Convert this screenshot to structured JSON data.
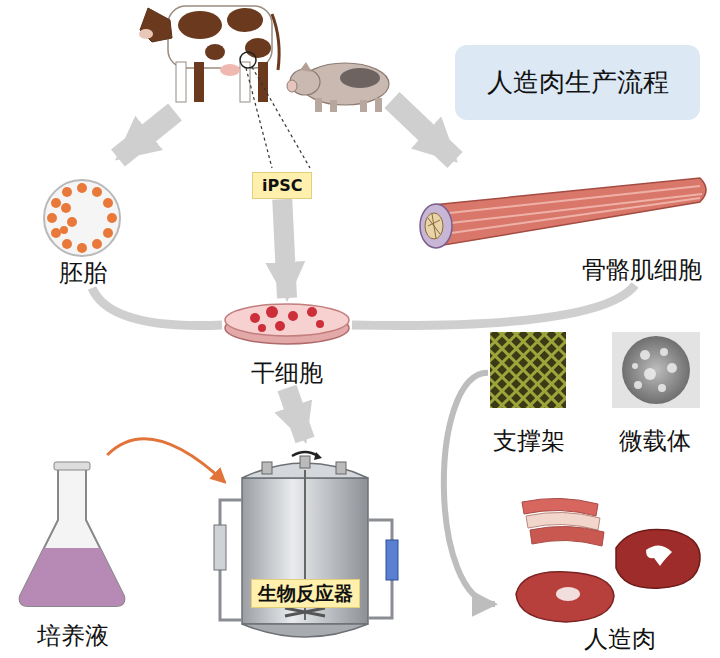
{
  "diagram": {
    "title": "人造肉生产流程",
    "nodes": [
      {
        "text": [
          "iPSC"
        ]
      },
      {
        "text": [
          "胚胎"
        ]
      },
      {
        "text": [
          "骨骼肌细胞"
        ]
      },
      {
        "text": [
          "干细胞"
        ]
      },
      {
        "text": [
          "支撑架"
        ]
      },
      {
        "text": [
          "微载体"
        ]
      },
      {
        "text": [
          "培养液"
        ]
      },
      {
        "text": [
          "生物反应器"
        ]
      },
      {
        "text": [
          "人造肉"
        ]
      }
    ],
    "edges": [
      {
        "from": 1,
        "to": 3,
        "arrow": "none"
      },
      {
        "from": 2,
        "to": 3,
        "arrow": "none"
      },
      {
        "from": 0,
        "to": 3,
        "arrow": "to"
      },
      {
        "from": 3,
        "to": 7,
        "arrow": "to"
      },
      {
        "from": 6,
        "to": 7,
        "arrow": "to"
      },
      {
        "from": 4,
        "to": 8,
        "arrow": "to"
      }
    ]
  }
}
